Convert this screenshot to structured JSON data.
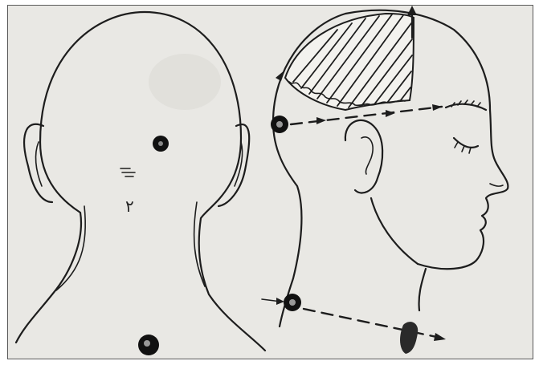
{
  "figure": {
    "label_back_neck": "۲",
    "points": [
      "back-head-point",
      "back-neck-point",
      "temple-point",
      "side-neck-point",
      "ear-region"
    ]
  },
  "colors": {
    "paper": "#e9e8e4",
    "ink": "#1d1d1d",
    "frame": "#5a5a5a"
  }
}
